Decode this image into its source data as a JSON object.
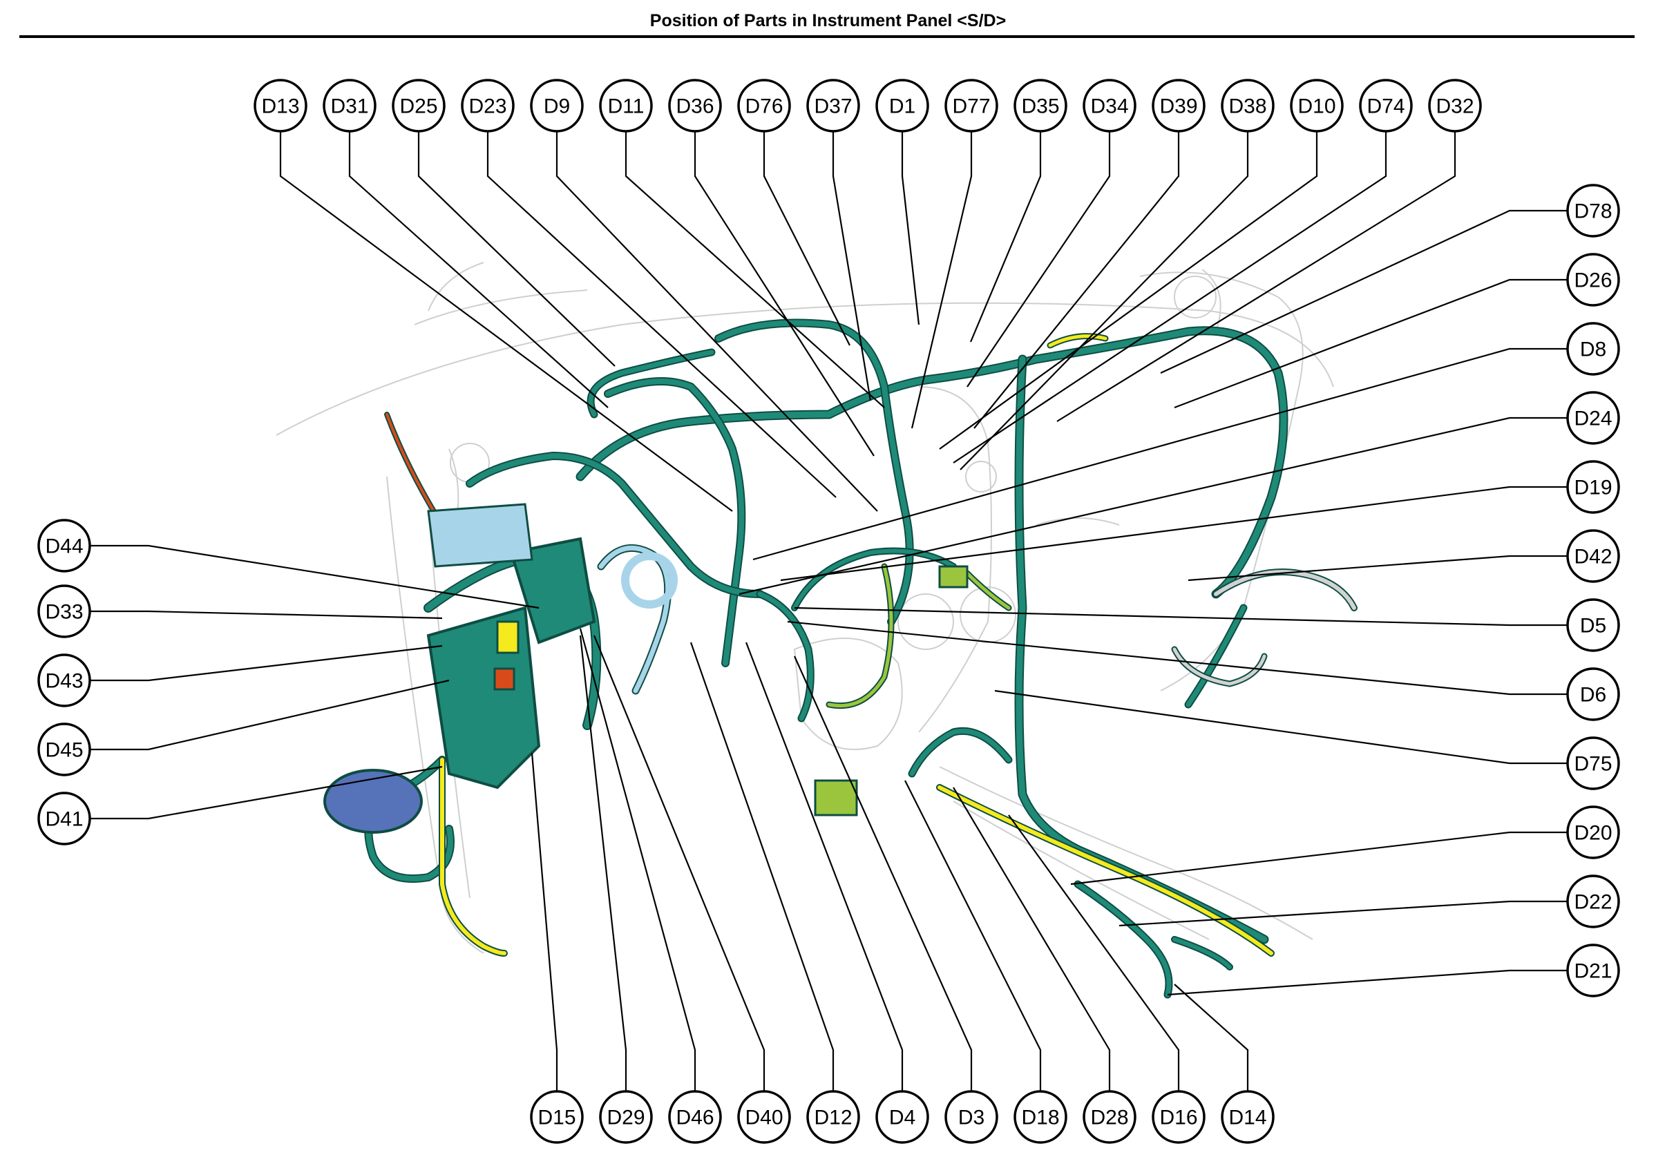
{
  "title": "Position of Parts in Instrument Panel <S/D>",
  "colors": {
    "harness_main": "#1f8a78",
    "harness_dark": "#0e4d43",
    "harness_yellow": "#f5ea1e",
    "harness_blue": "#5672b8",
    "harness_lightblue": "#a8d4ea",
    "harness_grey": "#d2d2d2",
    "harness_orange": "#d94a1a",
    "harness_olive": "#9bc53d"
  },
  "callouts": {
    "top": [
      "D13",
      "D31",
      "D25",
      "D23",
      "D9",
      "D11",
      "D36",
      "D76",
      "D37",
      "D1",
      "D77",
      "D35",
      "D34",
      "D39",
      "D38",
      "D10",
      "D74",
      "D32"
    ],
    "right": [
      "D78",
      "D26",
      "D8",
      "D24",
      "D19",
      "D42",
      "D5",
      "D6",
      "D75",
      "D20",
      "D22",
      "D21"
    ],
    "left": [
      "D44",
      "D33",
      "D43",
      "D45",
      "D41"
    ],
    "bottom": [
      "D15",
      "D29",
      "D46",
      "D40",
      "D12",
      "D4",
      "D3",
      "D18",
      "D28",
      "D16",
      "D14"
    ]
  }
}
